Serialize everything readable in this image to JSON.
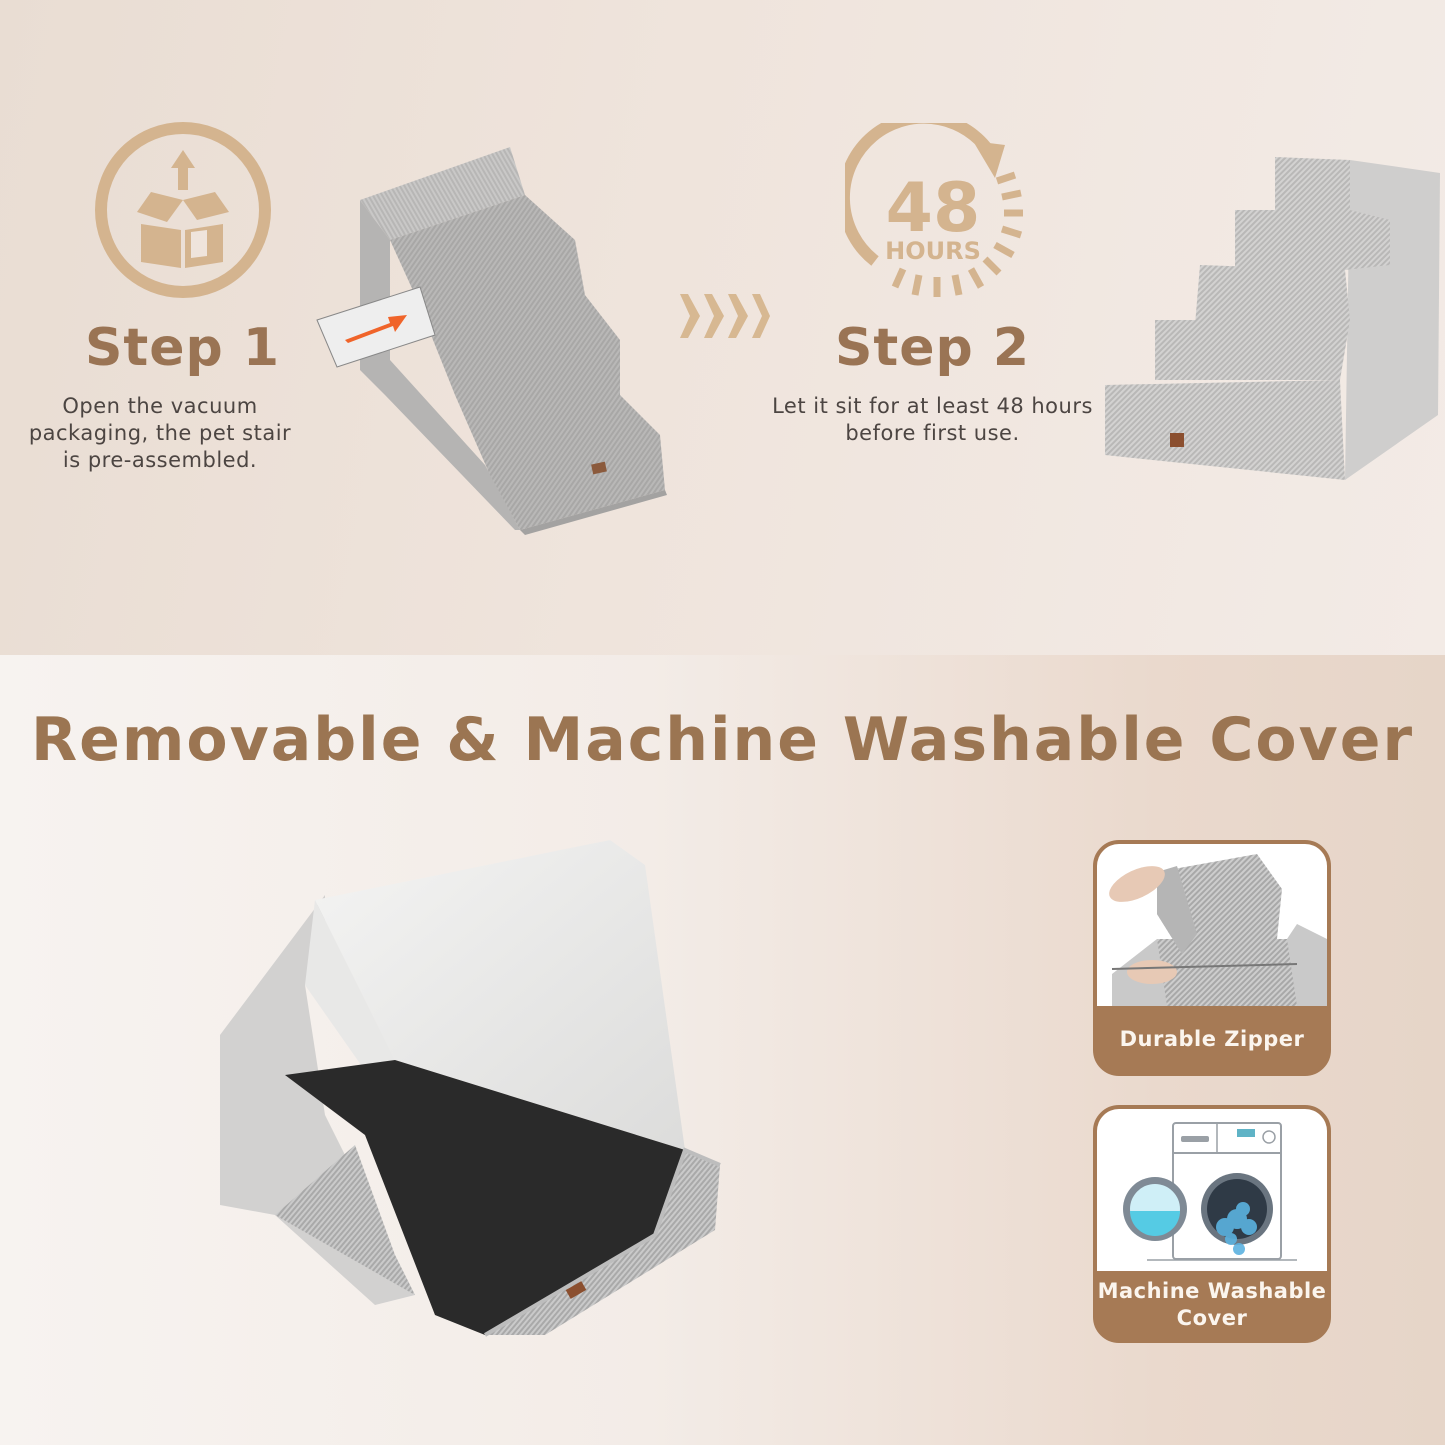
{
  "colors": {
    "accent_brown": "#9b7552",
    "card_brown": "#a67a55",
    "icon_tan": "#d4b48f",
    "body_text": "#4c4542",
    "card_text": "#fbf5ee",
    "arrow_orange": "#f0642a"
  },
  "steps": [
    {
      "icon": "open-box-icon",
      "title": "Step 1",
      "description_lines": [
        "Open the vacuum",
        "packaging, the pet stair",
        "is pre-assembled."
      ],
      "image": "four-step-pet-stair-with-arrow-card"
    },
    {
      "icon": "48-hours-clock-icon",
      "icon_number": "48",
      "icon_unit": "HOURS",
      "title": "Step 2",
      "description_lines": [
        "Let it sit for at least 48 hours",
        "before first use."
      ],
      "image": "five-step-pet-stair"
    }
  ],
  "separator_icon": "chevrons-right-icon",
  "feature_section": {
    "headline": "Removable & Machine Washable Cover",
    "main_image": "stair-with-cover-partially-removed",
    "cards": [
      {
        "image": "hands-unzipping-cover",
        "label": "Durable Zipper"
      },
      {
        "image": "washing-machine-icon",
        "label_lines": [
          "Machine Washable",
          "Cover"
        ]
      }
    ]
  }
}
